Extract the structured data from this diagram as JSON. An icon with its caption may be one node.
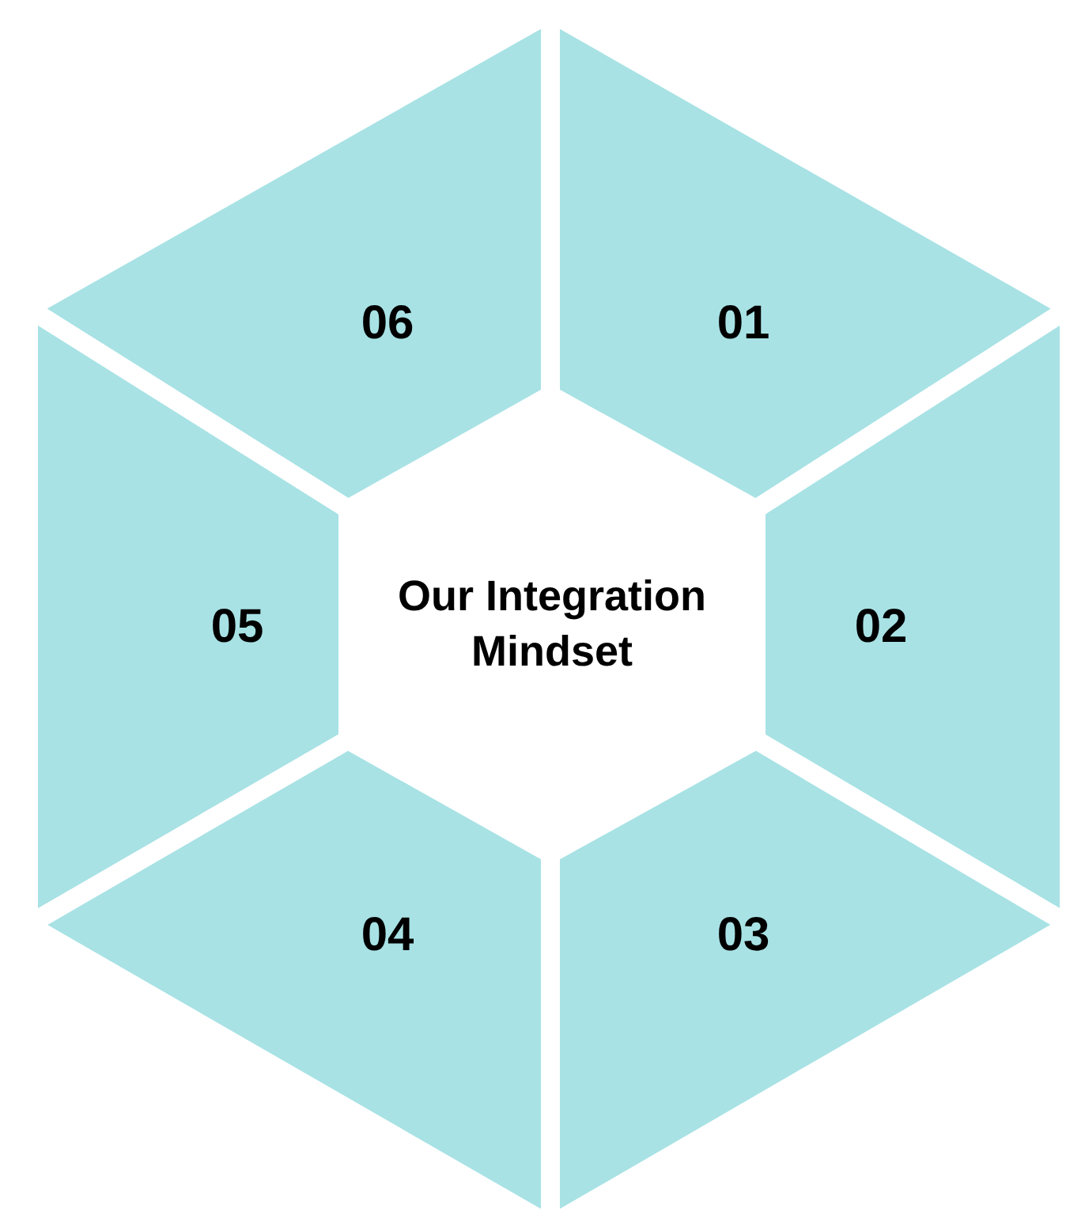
{
  "diagram": {
    "nodes": [
      {
        "text": [
          "06"
        ]
      },
      {
        "text": [
          "01"
        ]
      },
      {
        "text": [
          "05"
        ]
      },
      {
        "text": [
          "Our Integration Mindset"
        ]
      },
      {
        "text": [
          "02"
        ]
      },
      {
        "text": [
          "04"
        ]
      },
      {
        "text": [
          "03"
        ]
      }
    ]
  }
}
